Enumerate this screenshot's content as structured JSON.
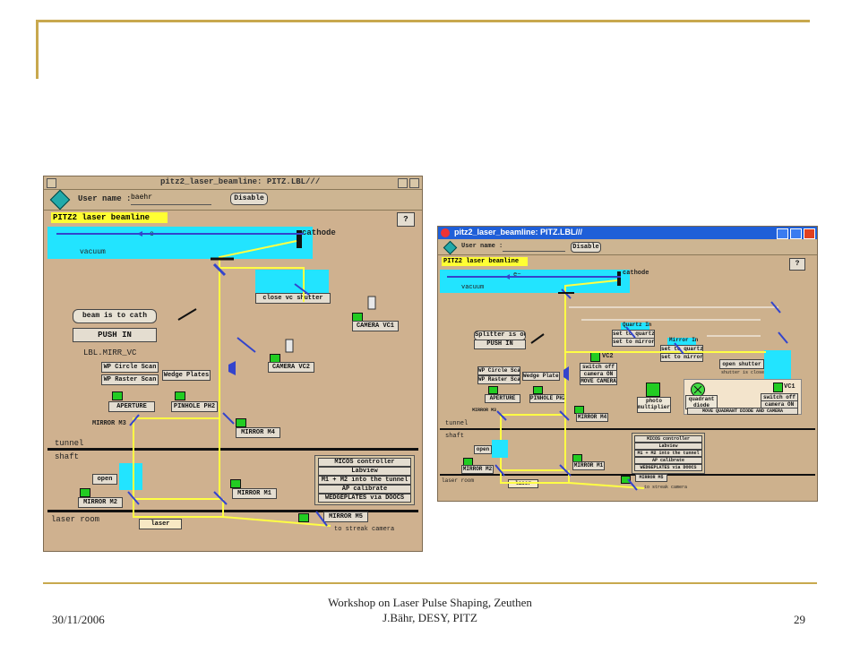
{
  "footer": {
    "date": "30/11/2006",
    "line1": "Workshop on Laser Pulse Shaping, Zeuthen",
    "line2": "J.Bähr, DESY, PITZ",
    "page": "29"
  },
  "left": {
    "window_title": "pitz2_laser_beamline: PITZ.LBL///",
    "user_label": "User name :",
    "user_value": "baehr",
    "disable": "Disable",
    "panel_title": "PITZ2 laser beamline",
    "help": "?",
    "cathode": "cathode",
    "electron": "e−",
    "vacuum": "vacuum",
    "close_vc_shutter": "close vc shutter",
    "beam_state": "beam is to cath",
    "push_in": "PUSH IN",
    "device": "LBL.MIRR_VC",
    "camera_vc1": "CAMERA VC1",
    "camera_vc2": "CAMERA VC2",
    "wp_circle": "WP Circle Scan",
    "wp_raster": "WP Raster Scan",
    "wedge_plates": "Wedge Plates",
    "aperture": "APERTURE",
    "pinhole": "PINHOLE PH2",
    "mirror_m3": "MIRROR M3",
    "mirror_m4": "MIRROR M4",
    "tunnel": "tunnel",
    "shaft": "shaft",
    "open": "open",
    "mirror_m2": "MIRROR M2",
    "mirror_m1": "MIRROR M1",
    "laser_room": "laser room",
    "laser": "laser",
    "mirror_m5": "MIRROR M5",
    "streak": "to streak camera",
    "menu": [
      "MICOS controller",
      "Labview",
      "M1 + M2 into the tunnel",
      "AP calibrate",
      "WEDGEPLATES via DOOCS"
    ]
  },
  "right": {
    "window_title": "pitz2_laser_beamline: PITZ.LBL///",
    "user_label": "User name :",
    "disable": "Disable",
    "panel_title": "PITZ2 laser beamline",
    "help": "?",
    "cathode": "cathode",
    "electron": "e−",
    "vacuum": "vacuum",
    "splitter": "Splitter is out",
    "push_in": "PUSH IN",
    "quartz_in": "Quartz In",
    "set_to_quartz": "set to quartz",
    "set_to_mirror": "set to mirror",
    "mirror_in": "Mirror In",
    "vc2": "VC2",
    "switch_off": "switch off",
    "camera_on": "camera ON",
    "move_camera": "MOVE CAMERA",
    "open_shutter": "open shutter",
    "shutter_closed": "shutter is closed",
    "vc1": "VC1",
    "wp_circle": "WP Circle Scan",
    "wp_raster": "WP Raster Scan",
    "wedge_plates": "Wedge Plates",
    "aperture": "APERTURE",
    "pinhole": "PINHOLE PH2",
    "photo": "photo",
    "multiplier": "multiplier",
    "quadrant": "quadrant",
    "diode": "diode",
    "move_quadrant": "MOVE QUADRANT DIODE AND CAMERA",
    "mirror_m3": "MIRROR M3",
    "mirror_m4": "MIRROR M4",
    "tunnel": "tunnel",
    "shaft": "shaft",
    "open": "open",
    "mirror_m2": "MIRROR M2",
    "mirror_m1": "MIRROR M1",
    "laser_room": "laser room",
    "laser": "laser",
    "mirror_m5": "MIRROR M5",
    "streak": "to streak camera",
    "menu": [
      "MICOS controller",
      "Labview",
      "M1 + M2 into the tunnel",
      "AP calibrate",
      "WEDGEPLATES via DOOCS"
    ]
  }
}
